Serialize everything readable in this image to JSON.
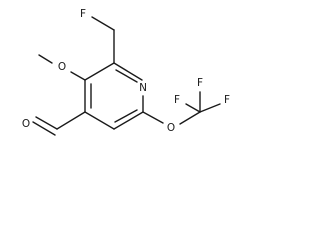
{
  "atom_labels": {
    "F_methyl": "F",
    "O_methoxy": "O",
    "N_ring": "N",
    "O_aldehyde": "O",
    "O_ether": "O",
    "F_top": "F",
    "F_left": "F",
    "F_right": "F"
  },
  "colors": {
    "bond": "#1a1a1a",
    "background": "#ffffff"
  }
}
